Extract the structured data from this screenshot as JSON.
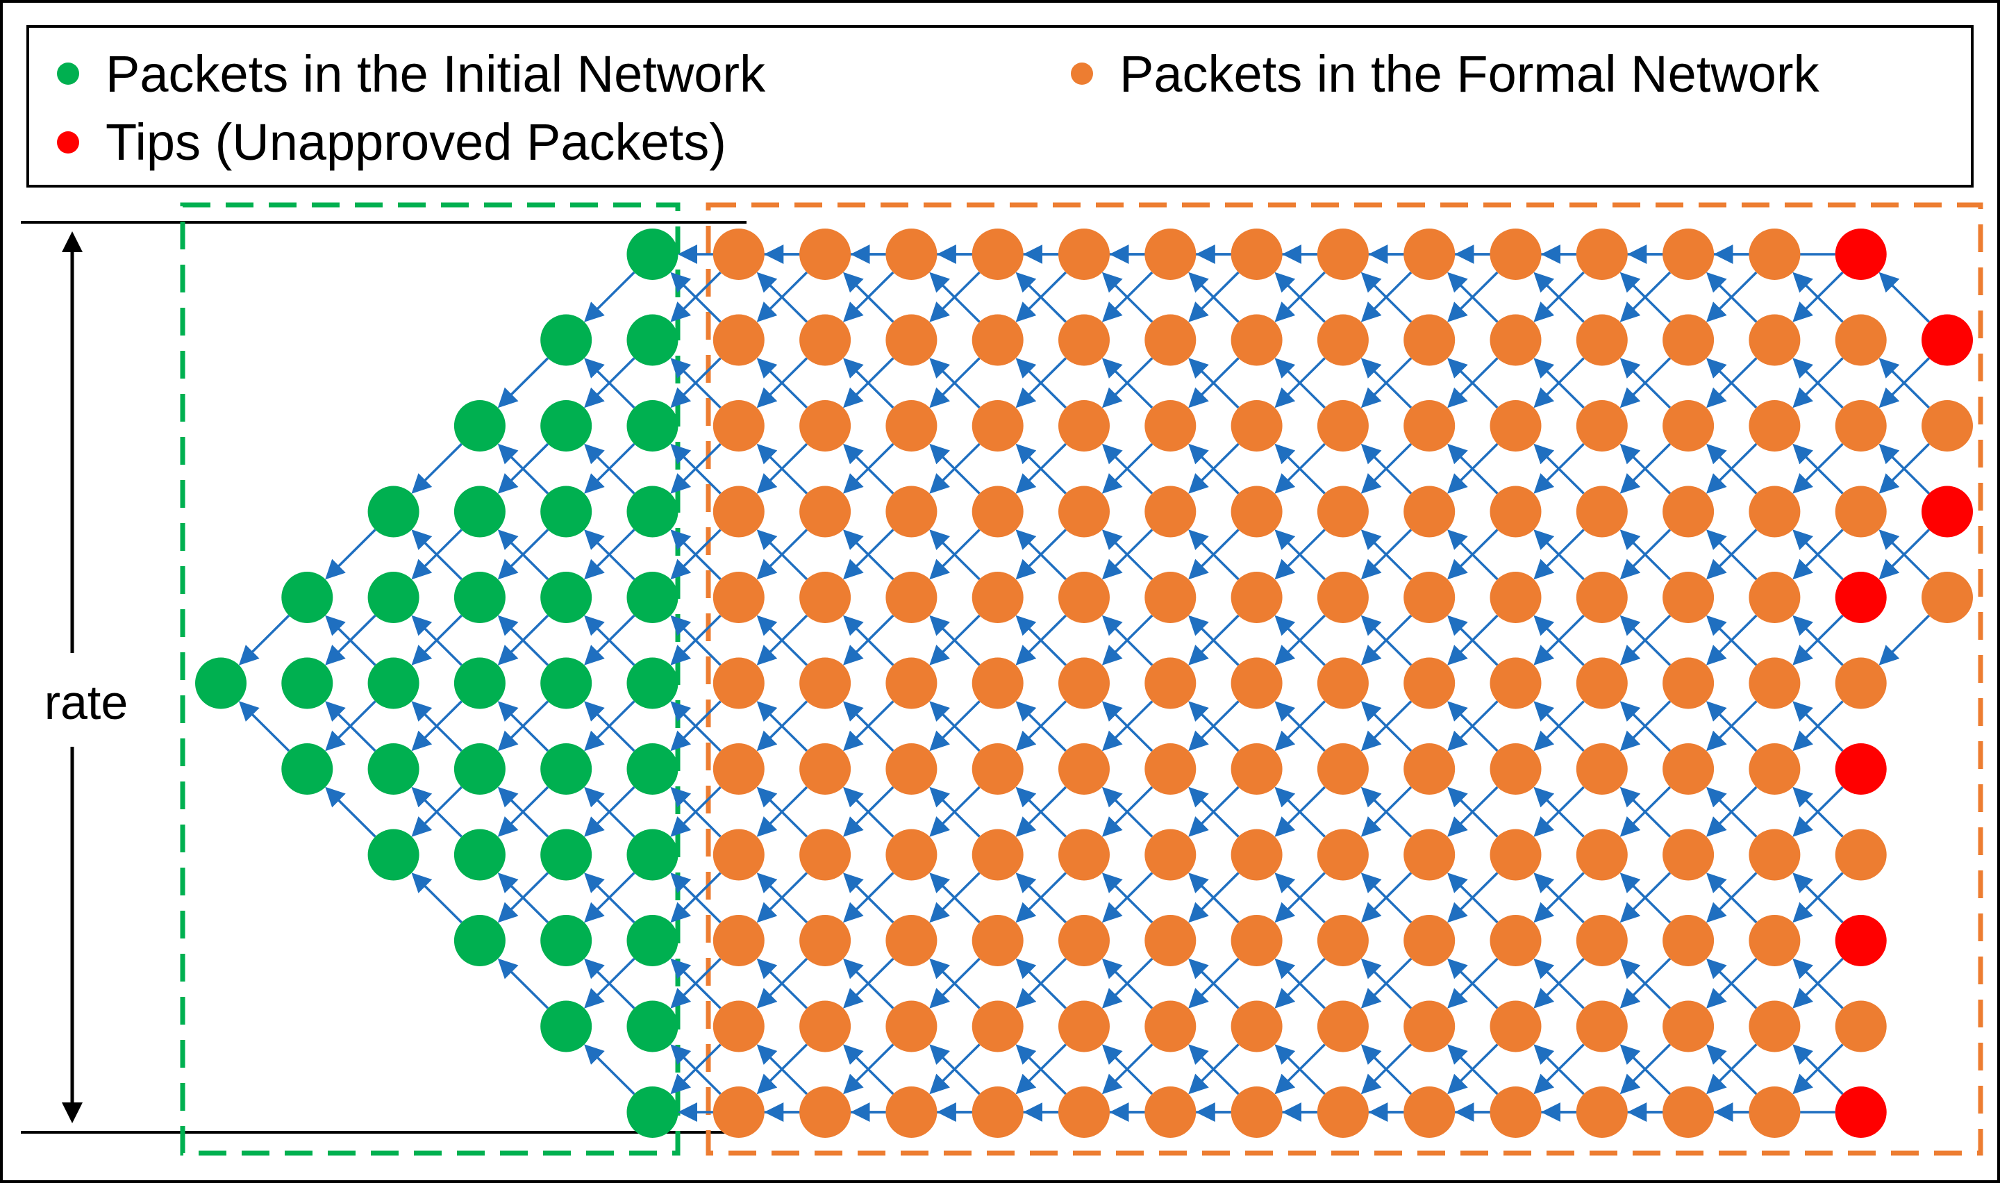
{
  "legend": {
    "items": [
      {
        "label": "Packets in the Initial Network",
        "color": "#00b050"
      },
      {
        "label": "Packets in the Formal Network",
        "color": "#ed7d31"
      },
      {
        "label": "Tips (Unapproved Packets)",
        "color": "#ff0000"
      }
    ]
  },
  "rate_label": "rate",
  "colors": {
    "initial": "#00b050",
    "formal": "#ed7d31",
    "tip": "#ff0000",
    "edge": "#1f6fc0",
    "initial_box": "#00b050",
    "formal_box": "#ed7d31",
    "border": "#000000"
  },
  "lattice": {
    "columns": 21,
    "rows": 11,
    "initial_last_column": 5,
    "tips": [
      [
        19,
        0
      ],
      [
        20,
        1
      ],
      [
        20,
        3
      ],
      [
        19,
        4
      ],
      [
        19,
        6
      ],
      [
        19,
        8
      ],
      [
        19,
        10
      ]
    ],
    "excluded": [
      [
        20,
        0
      ],
      [
        20,
        5
      ],
      [
        20,
        6
      ],
      [
        20,
        7
      ],
      [
        20,
        8
      ],
      [
        20,
        9
      ],
      [
        20,
        10
      ]
    ]
  }
}
